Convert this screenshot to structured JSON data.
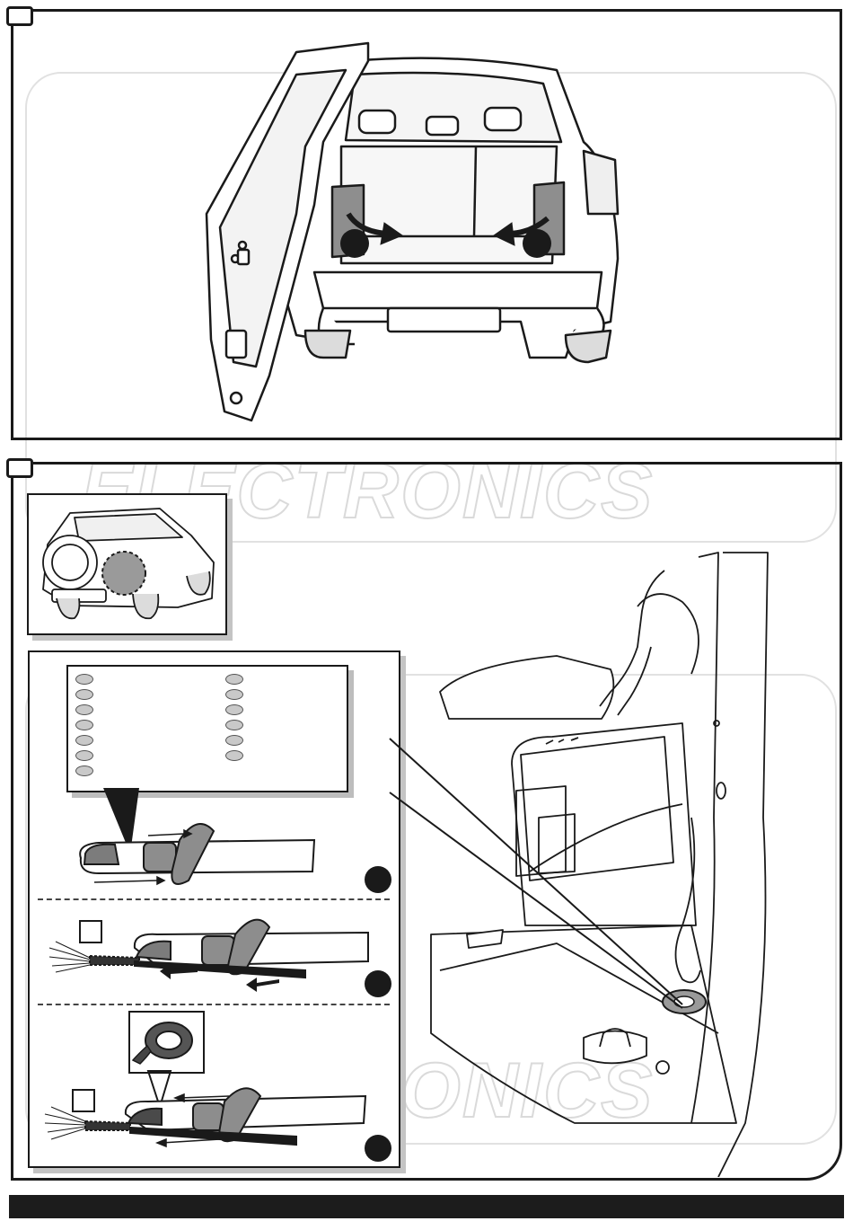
{
  "watermark": {
    "text": "ELECTRONICS"
  },
  "icons": {
    "car_rear_open": "car-rear-open-illustration",
    "car_overview": "car-overview-illustration",
    "cable_grommet": "cable-grommet-illustration",
    "tape_roll": "tape-roll-icon",
    "trunk_interior": "trunk-interior-illustration"
  }
}
